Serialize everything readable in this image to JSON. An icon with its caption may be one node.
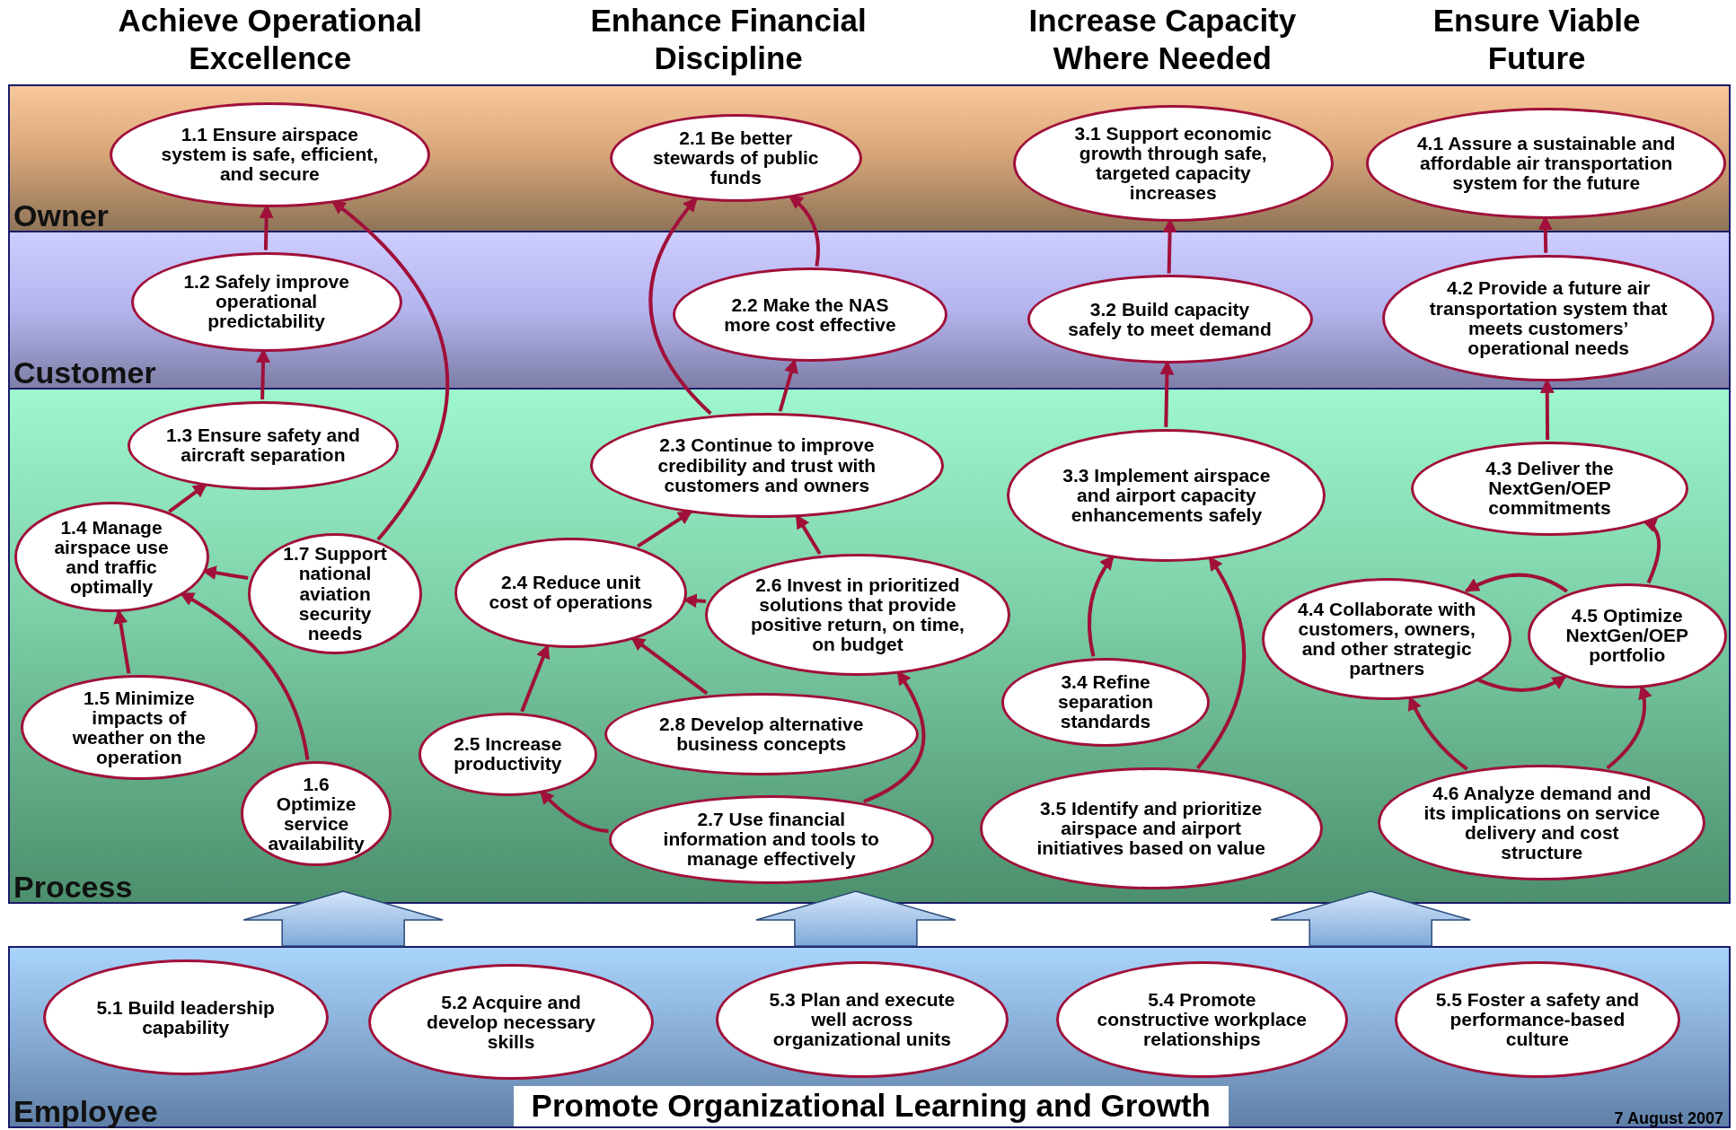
{
  "diagram": {
    "nodes": [
      {
        "text": [
          "Owner"
        ]
      },
      {
        "text": [
          "1.1 Ensure airspace system is safe, efficient, and secure"
        ],
        "in": 0
      },
      {
        "text": [
          "2.1 Be better stewards of public funds"
        ],
        "in": 0
      },
      {
        "text": [
          "3.1 Support economic growth through safe, targeted capacity increases"
        ],
        "in": 0
      },
      {
        "text": [
          "4.1 Assure a sustainable and affordable air transportation system for the future"
        ],
        "in": 0
      },
      {
        "text": [
          "Customer"
        ]
      },
      {
        "text": [
          "1.2 Safely improve operational predictability"
        ],
        "in": 5
      },
      {
        "text": [
          "2.2 Make the NAS more cost effective"
        ],
        "in": 5
      },
      {
        "text": [
          "3.2 Build capacity safely to meet demand"
        ],
        "in": 5
      },
      {
        "text": [
          "4.2 Provide a future air transportation system that meets customers’ operational needs"
        ],
        "in": 5
      },
      {
        "text": [
          "Process"
        ]
      },
      {
        "text": [
          "1.3 Ensure safety and aircraft separation"
        ],
        "in": 10
      },
      {
        "text": [
          "1.4 Manage airspace use and traffic optimally"
        ],
        "in": 10
      },
      {
        "text": [
          "1.5 Minimize impacts of weather on the operation"
        ],
        "in": 10
      },
      {
        "text": [
          "1.6 Optimize service availability"
        ],
        "in": 10
      },
      {
        "text": [
          "1.7 Support national aviation security needs"
        ],
        "in": 10
      },
      {
        "text": [
          "2.3 Continue to improve credibility and trust with customers and owners"
        ],
        "in": 10
      },
      {
        "text": [
          "2.4 Reduce unit cost of operations"
        ],
        "in": 10
      },
      {
        "text": [
          "2.5 Increase productivity"
        ],
        "in": 10
      },
      {
        "text": [
          "2.6 Invest in prioritized solutions that provide positive return, on time, on budget"
        ],
        "in": 10
      },
      {
        "text": [
          "2.7 Use financial information and tools to manage effectively"
        ],
        "in": 10
      },
      {
        "text": [
          "2.8 Develop alternative business concepts"
        ],
        "in": 10
      },
      {
        "text": [
          "3.3 Implement airspace and airport capacity enhancements safely"
        ],
        "in": 10
      },
      {
        "text": [
          "3.4 Refine separation standards"
        ],
        "in": 10
      },
      {
        "text": [
          "3.5 Identify and prioritize airspace and airport initiatives based on value"
        ],
        "in": 10
      },
      {
        "text": [
          "4.3 Deliver the NextGen/OEP commitments"
        ],
        "in": 10
      },
      {
        "text": [
          "4.4 Collaborate with customers, owners, and other strategic partners"
        ],
        "in": 10
      },
      {
        "text": [
          "4.5 Optimize NextGen/OEP portfolio"
        ],
        "in": 10
      },
      {
        "text": [
          "4.6 Analyze demand and its implications on service delivery and cost structure"
        ],
        "in": 10
      },
      {
        "text": [
          "Employee",
          "Promote Organizational Learning and Growth"
        ]
      },
      {
        "text": [
          "5.1 Build leadership capability"
        ],
        "in": 29
      },
      {
        "text": [
          "5.2 Acquire and develop necessary skills"
        ],
        "in": 29
      },
      {
        "text": [
          "5.3 Plan and execute well across organizational units"
        ],
        "in": 29
      },
      {
        "text": [
          "5.4 Promote constructive workplace relationships"
        ],
        "in": 29
      },
      {
        "text": [
          "5.5 Foster a safety and performance-based culture"
        ],
        "in": 29
      }
    ],
    "edges": [
      {
        "from": 6,
        "to": 1,
        "arrow": "to"
      },
      {
        "from": 15,
        "to": 1,
        "arrow": "to"
      },
      {
        "from": 11,
        "to": 6,
        "arrow": "to"
      },
      {
        "from": 12,
        "to": 11,
        "arrow": "to"
      },
      {
        "from": 15,
        "to": 12,
        "arrow": "to"
      },
      {
        "from": 13,
        "to": 12,
        "arrow": "to"
      },
      {
        "from": 14,
        "to": 12,
        "arrow": "to"
      },
      {
        "from": 16,
        "to": 2,
        "arrow": "to"
      },
      {
        "from": 7,
        "to": 2,
        "arrow": "to"
      },
      {
        "from": 16,
        "to": 7,
        "arrow": "to"
      },
      {
        "from": 17,
        "to": 16,
        "arrow": "to"
      },
      {
        "from": 19,
        "to": 16,
        "arrow": "to"
      },
      {
        "from": 19,
        "to": 17,
        "arrow": "to"
      },
      {
        "from": 18,
        "to": 17,
        "arrow": "to"
      },
      {
        "from": 21,
        "to": 17,
        "arrow": "to"
      },
      {
        "from": 20,
        "to": 18,
        "arrow": "to"
      },
      {
        "from": 20,
        "to": 19,
        "arrow": "to"
      },
      {
        "from": 8,
        "to": 3,
        "arrow": "to"
      },
      {
        "from": 22,
        "to": 8,
        "arrow": "to"
      },
      {
        "from": 23,
        "to": 22,
        "arrow": "to"
      },
      {
        "from": 24,
        "to": 22,
        "arrow": "to"
      },
      {
        "from": 9,
        "to": 4,
        "arrow": "to"
      },
      {
        "from": 25,
        "to": 9,
        "arrow": "to"
      },
      {
        "from": 27,
        "to": 25,
        "arrow": "to"
      },
      {
        "from": 27,
        "to": 26,
        "arrow": "to"
      },
      {
        "from": 26,
        "to": 27,
        "arrow": "to"
      },
      {
        "from": 28,
        "to": 26,
        "arrow": "to"
      },
      {
        "from": 28,
        "to": 27,
        "arrow": "to"
      },
      {
        "from": 29,
        "to": 10,
        "arrow": "to",
        "style": "thick",
        "color": "#7fa9d9"
      },
      {
        "from": 29,
        "to": 10,
        "arrow": "to",
        "style": "thick",
        "color": "#7fa9d9"
      },
      {
        "from": 29,
        "to": 10,
        "arrow": "to",
        "style": "thick",
        "color": "#7fa9d9"
      }
    ],
    "labels": [
      "Achieve Operational Excellence",
      "Enhance Financial Discipline",
      "Increase Capacity Where Needed",
      "Ensure Viable Future",
      "7 August  2007"
    ]
  }
}
